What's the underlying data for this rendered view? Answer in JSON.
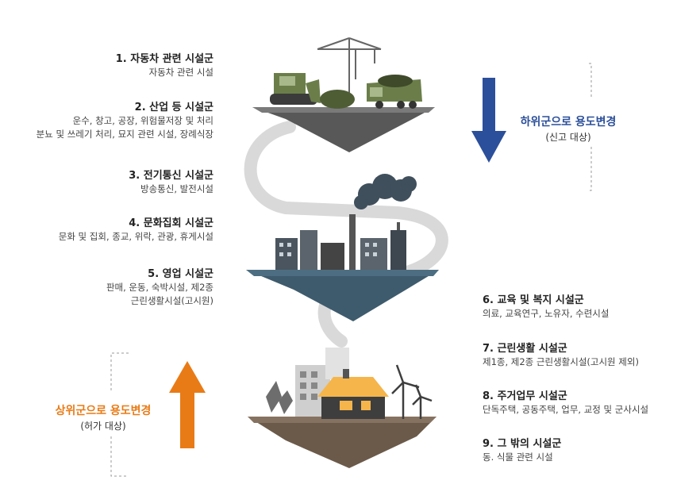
{
  "groups_left": [
    {
      "title": "1. 자동차 관련 시설군",
      "desc": [
        "자동차 관련 시설"
      ]
    },
    {
      "title": "2. 산업 등 시설군",
      "desc": [
        "운수, 창고, 공장, 위험물저장 및 처리",
        "분뇨 및 쓰레기 처리, 묘지 관련 시설, 장례식장"
      ]
    },
    {
      "title": "3. 전기통신 시설군",
      "desc": [
        "방송통신, 발전시설"
      ]
    },
    {
      "title": "4. 문화집회 시설군",
      "desc": [
        "문화 및 집회, 종교, 위락, 관광, 휴게시설"
      ]
    },
    {
      "title": "5. 영업 시설군",
      "desc": [
        "판매, 운동, 숙박시설, 제2종",
        "근린생활시설(고시원)"
      ]
    }
  ],
  "groups_right": [
    {
      "title": "6. 교육 및 복지 시설군",
      "desc": [
        "의료, 교육연구, 노유자, 수련시설"
      ]
    },
    {
      "title": "7. 근린생활 시설군",
      "desc": [
        "제1종, 제2종 근린생활시설(고시원 제외)"
      ]
    },
    {
      "title": "8. 주거업무 시설군",
      "desc": [
        "단독주택, 공동주택, 업무, 교정 및 군사시설"
      ]
    },
    {
      "title": "9. 그 밖의 시설군",
      "desc": [
        "동. 식물 관련  시설"
      ]
    }
  ],
  "down": {
    "main": "하위군으로 용도변경",
    "sub": "(신고 대상)",
    "color": "#2b4f9a"
  },
  "up": {
    "main": "상위군으로 용도변경",
    "sub": "(허가 대상)",
    "color": "#e97b16"
  }
}
